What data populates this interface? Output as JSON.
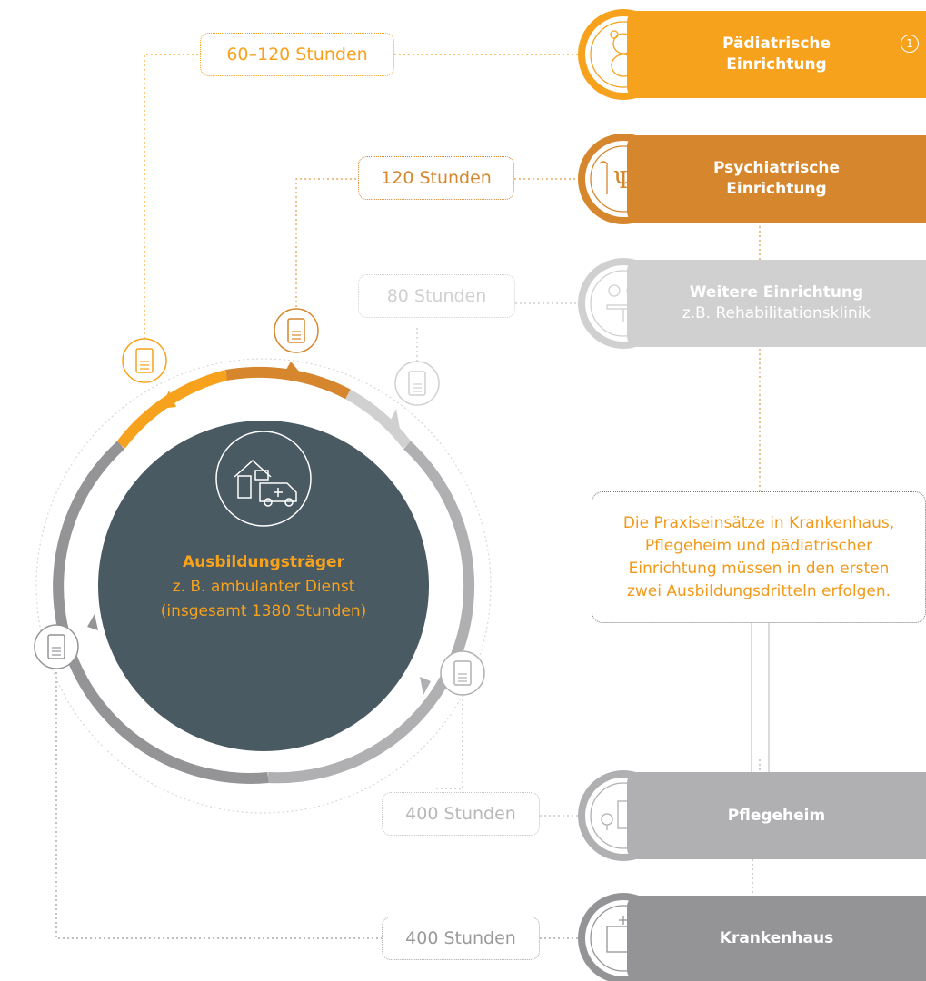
{
  "center": {
    "title": "Ausbildungsträger",
    "line1": "z. B. ambulanter Dienst",
    "line2": "(insgesamt 1380 Stunden)"
  },
  "hours": {
    "paediatric": "60–120 Stunden",
    "psychiatric": "120 Stunden",
    "further": "80 Stunden",
    "nursing_home": "400 Stunden",
    "hospital": "400 Stunden"
  },
  "cards": {
    "paediatric": {
      "title_l1": "Pädiatrische",
      "title_l2": "Einrichtung",
      "badge": "1"
    },
    "psychiatric": {
      "title_l1": "Psychiatrische",
      "title_l2": "Einrichtung"
    },
    "further": {
      "title": "Weitere Einrichtung",
      "subtitle": "z.B. Rehabilitationsklinik"
    },
    "nursing_home": {
      "title": "Pflegeheim"
    },
    "hospital": {
      "title": "Krankenhaus"
    }
  },
  "note": {
    "line1": "Die Praxiseinsätze in Krankenhaus,",
    "line2": "Pflegeheim und pädiatrischer",
    "line3": "Einrichtung müssen in den ersten",
    "line4": "zwei Ausbildungsdritteln erfolgen."
  },
  "colors": {
    "orange": "#f7a21c",
    "dark_orange": "#d6862c",
    "light_grey": "#d0d0d0",
    "mid_grey": "#b0b0b2",
    "dark_grey": "#949497",
    "center_fill": "#4a5a63"
  },
  "icons": {
    "center": "house-ambulance-icon",
    "paediatric": "teddy-bear-icon",
    "psychiatric": "psi-heads-icon",
    "further": "meeting-people-icon",
    "nursing_home": "nursing-home-icon",
    "hospital": "hospital-icon",
    "document": "document-icon"
  }
}
